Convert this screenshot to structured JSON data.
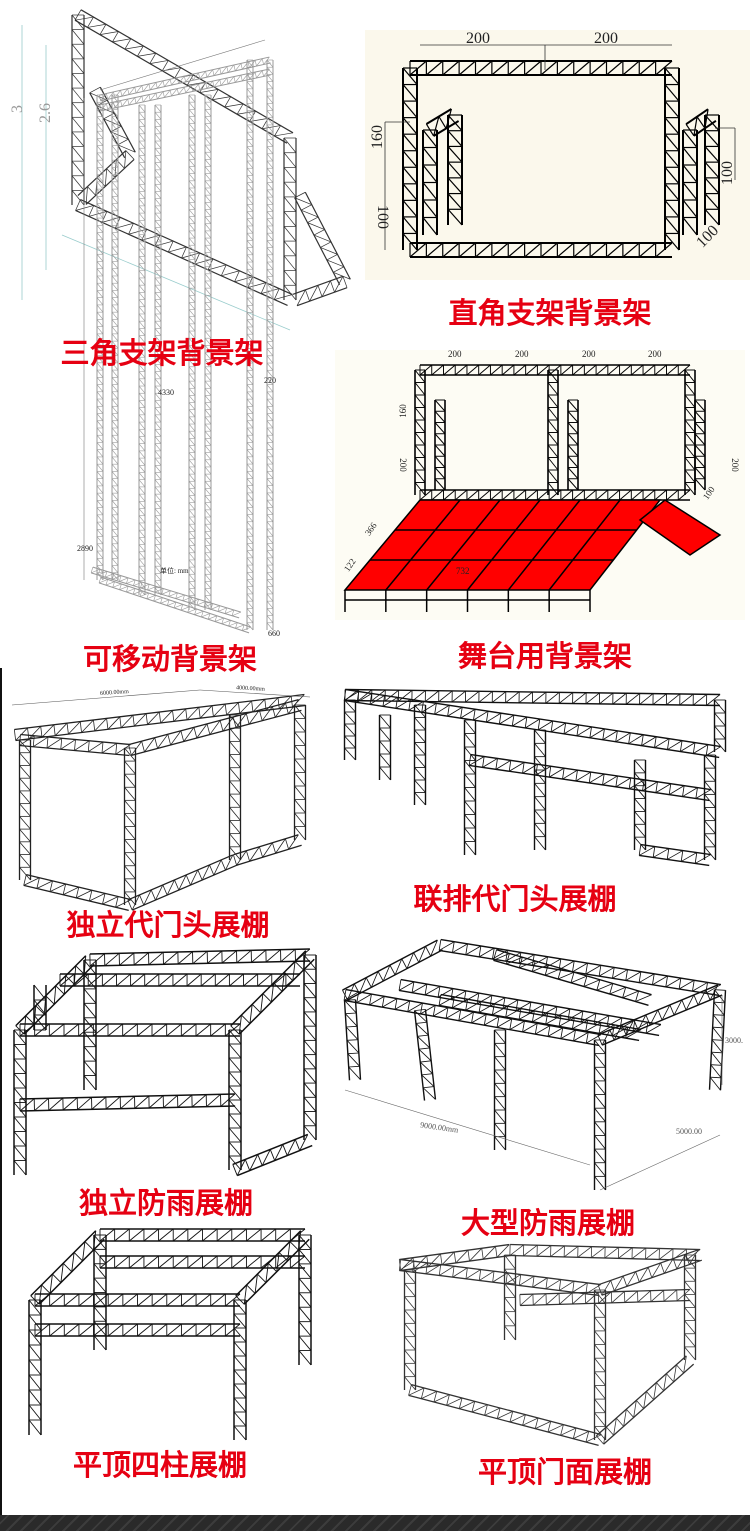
{
  "captions": [
    "三角支架背景架",
    "直角支架背景架",
    "可移动背景架",
    "舞台用背景架",
    "独立代门头展棚",
    "联排代门头展棚",
    "独立防雨展棚",
    "大型防雨展棚",
    "平顶四柱展棚",
    "平顶门面展棚"
  ],
  "dimensions": {
    "triangle": [
      "3",
      "2.6"
    ],
    "right_angle": [
      "200",
      "200",
      "160",
      "100",
      "100",
      "100"
    ],
    "mobile": [
      "4330",
      "220",
      "2890",
      "660",
      "单位: mm"
    ],
    "stage": [
      "200",
      "200",
      "200",
      "200",
      "160",
      "200",
      "200",
      "100",
      "366",
      "122",
      "732"
    ],
    "single_tent": [
      "6000.00mm",
      "4000.00mm"
    ],
    "large_tent": [
      "9000.00mm",
      "5000.00",
      "3000."
    ]
  },
  "colors": {
    "caption": "#e60012",
    "stage_floor": "#ff0000",
    "truss": "#111111"
  }
}
